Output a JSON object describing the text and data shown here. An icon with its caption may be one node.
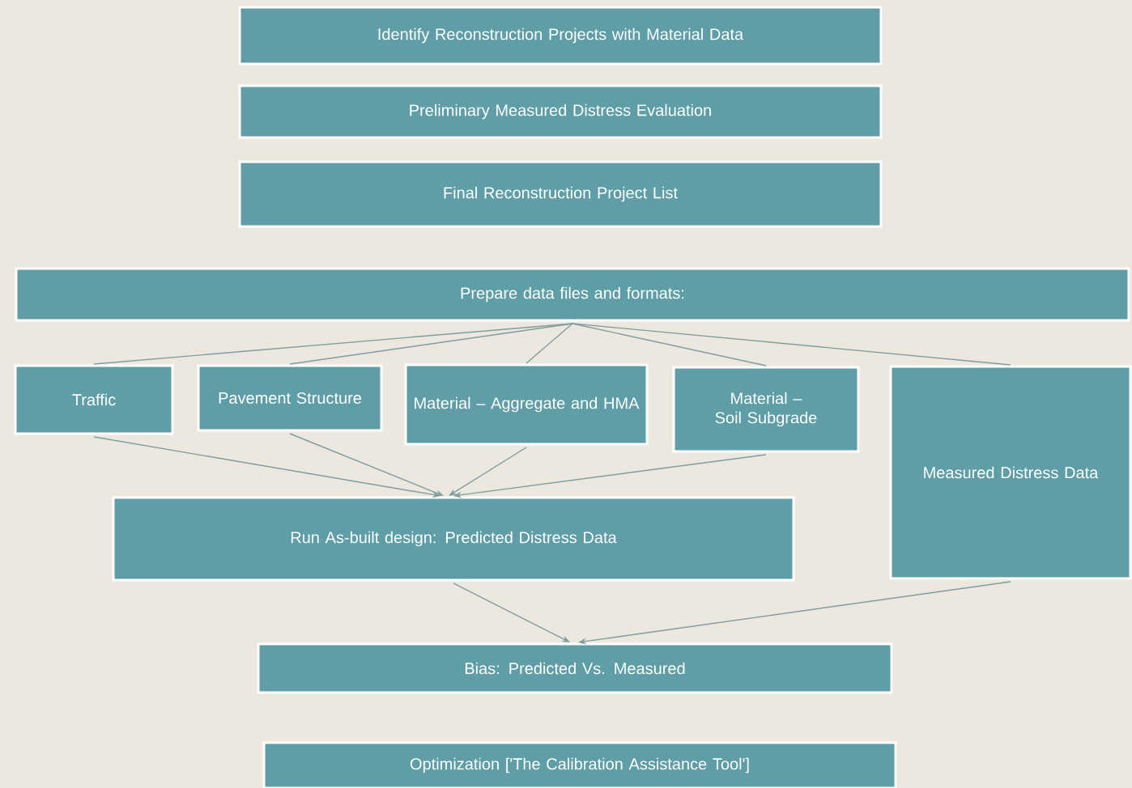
{
  "diagram": {
    "nodes": [
      {
        "text": [
          "Identify Reconstruction Projects with Material Data"
        ]
      },
      {
        "text": [
          "Preliminary Measured Distress Evaluation"
        ]
      },
      {
        "text": [
          "Final Reconstruction Project List"
        ]
      },
      {
        "text": [
          "Prepare data files and formats:"
        ]
      },
      {
        "text": [
          "Traffic"
        ]
      },
      {
        "text": [
          "Pavement Structure"
        ]
      },
      {
        "text": [
          "Material – Aggregate and HMA"
        ]
      },
      {
        "text": [
          "Material – Soil Subgrade"
        ]
      },
      {
        "text": [
          "Measured Distress Data"
        ]
      },
      {
        "text": [
          "Run As-built design: Predicted Distress Data"
        ]
      },
      {
        "text": [
          "Bias: Predicted Vs. Measured"
        ]
      },
      {
        "text": [
          "Optimization ['The Calibration Assistance Tool']"
        ]
      }
    ],
    "edges": [
      {
        "from": 3,
        "to": 4,
        "arrow": "none"
      },
      {
        "from": 3,
        "to": 5,
        "arrow": "none"
      },
      {
        "from": 3,
        "to": 6,
        "arrow": "none"
      },
      {
        "from": 3,
        "to": 7,
        "arrow": "none"
      },
      {
        "from": 3,
        "to": 8,
        "arrow": "none"
      },
      {
        "from": 4,
        "to": 9,
        "arrow": "to"
      },
      {
        "from": 5,
        "to": 9,
        "arrow": "to"
      },
      {
        "from": 6,
        "to": 9,
        "arrow": "to"
      },
      {
        "from": 7,
        "to": 9,
        "arrow": "to"
      },
      {
        "from": 9,
        "to": 10,
        "arrow": "to"
      },
      {
        "from": 8,
        "to": 10,
        "arrow": "to"
      }
    ]
  }
}
